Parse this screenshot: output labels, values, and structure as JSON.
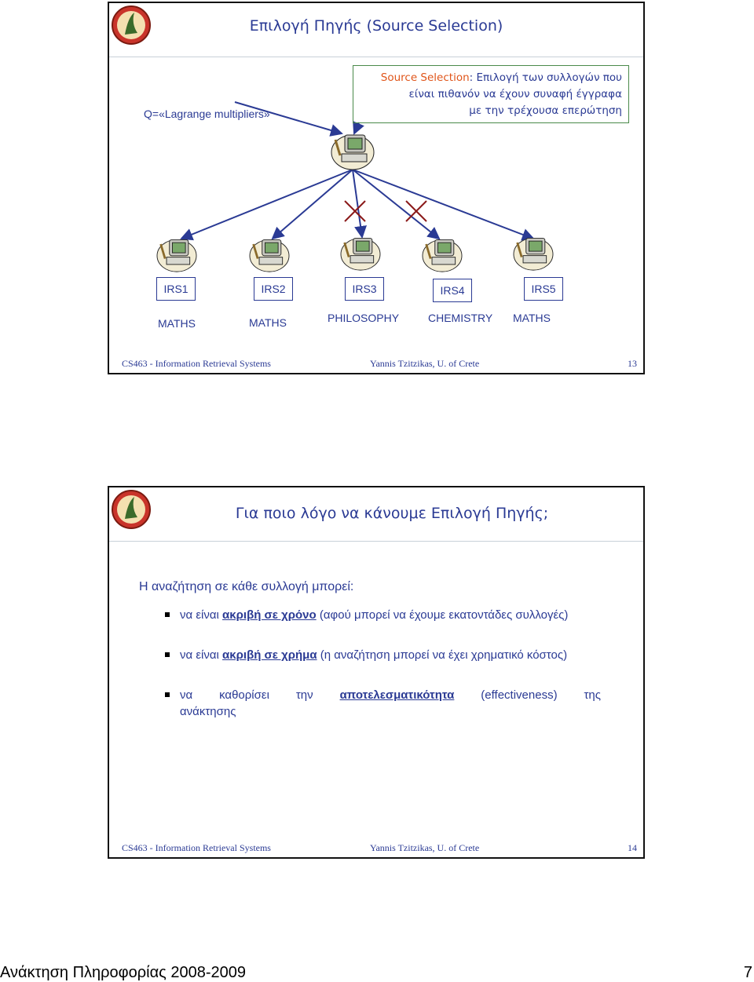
{
  "slide1": {
    "title": "Επιλογή Πηγής (Source Selection)",
    "query": "Q=«Lagrange multipliers»",
    "definition": {
      "term": "Source Selection",
      "text_line1": ": Επιλογή των συλλογών που",
      "text_line2": "είναι πιθανόν να έχουν συναφή έγγραφα",
      "text_line3": "με την τρέχουσα επερώτηση"
    },
    "sources": [
      {
        "name": "IRS1",
        "topic": "MATHS"
      },
      {
        "name": "IRS2",
        "topic": "MATHS"
      },
      {
        "name": "IRS3",
        "topic": "PHILOSOPHY"
      },
      {
        "name": "IRS4",
        "topic": "CHEMISTRY"
      },
      {
        "name": "IRS5",
        "topic": "MATHS"
      }
    ],
    "footer_left": "CS463 - Information Retrieval Systems",
    "footer_mid": "Yannis Tzitzikas, U. of Crete",
    "page": "13"
  },
  "slide2": {
    "title": "Για ποιο λόγο να κάνουμε Επιλογή Πηγής;",
    "lead": "Η αναζήτηση σε κάθε συλλογή μπορεί:",
    "bullets": [
      {
        "pre": "να είναι ",
        "bold": "ακριβή σε χρόνο",
        "post": " (αφού μπορεί να έχουμε εκατοντάδες συλλογές)"
      },
      {
        "pre": "να είναι ",
        "bold": "ακριβή σε χρήμα",
        "post": " (η αναζήτηση μπορεί να  έχει χρηματικό κόστος)"
      },
      {
        "pre": "να καθορίσει την ",
        "bold": "αποτελεσματικότητα",
        "post": " (effectiveness) της ανάκτησης"
      }
    ],
    "footer_left": "CS463 - Information Retrieval Systems",
    "footer_mid": "Yannis Tzitzikas, U. of Crete",
    "page": "14"
  },
  "page_footer": {
    "left": "Ανάκτηση Πληροφορίας 2008-2009",
    "right": "7"
  },
  "colors": {
    "text_blue": "#2a3a94",
    "highlight": "#e0551a",
    "cross": "#8b1a1a"
  }
}
